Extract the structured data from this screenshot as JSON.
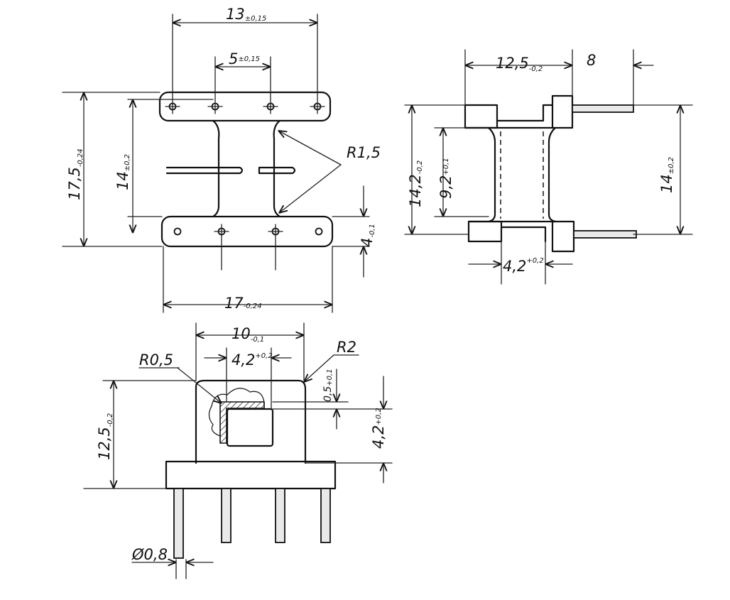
{
  "dimensions": {
    "top_width": {
      "main": "13",
      "tol": "±0,15"
    },
    "pin_pitch": {
      "main": "5",
      "tol": "±0,15"
    },
    "overall_height": {
      "main": "17,5",
      "tol": "-0,24"
    },
    "inner_height": {
      "main": "14",
      "tol": "±0,2"
    },
    "corner_radius": {
      "main": "R1,5"
    },
    "flange_thickness": {
      "main": "4",
      "tol": "-0,1"
    },
    "bottom_width": {
      "main": "17",
      "tol": "-0,24"
    },
    "side_depth": {
      "main": "12,5",
      "tol": "-0,2"
    },
    "pin_protrusion": {
      "main": "8"
    },
    "side_height": {
      "main": "14,2",
      "tol": "-0,2"
    },
    "core_height": {
      "main": "9,2",
      "tol": "+0,1"
    },
    "side_right_height": {
      "main": "14",
      "tol": "±0,2"
    },
    "core_width_side": {
      "main": "4,2",
      "tol": "+0,2"
    },
    "front_width": {
      "main": "10",
      "tol": "-0,1"
    },
    "fillet_radius": {
      "main": "R0,5"
    },
    "outer_radius": {
      "main": "R2"
    },
    "core_width_front": {
      "main": "4,2",
      "tol": "+0,2"
    },
    "wall_thickness": {
      "main": "0,5",
      "tol": "+0,1"
    },
    "core_height_front": {
      "main": "4,2",
      "tol": "+0,2"
    },
    "front_height": {
      "main": "12,5",
      "tol": "-0,2"
    },
    "pin_diameter": {
      "main": "Ø0,8"
    }
  }
}
